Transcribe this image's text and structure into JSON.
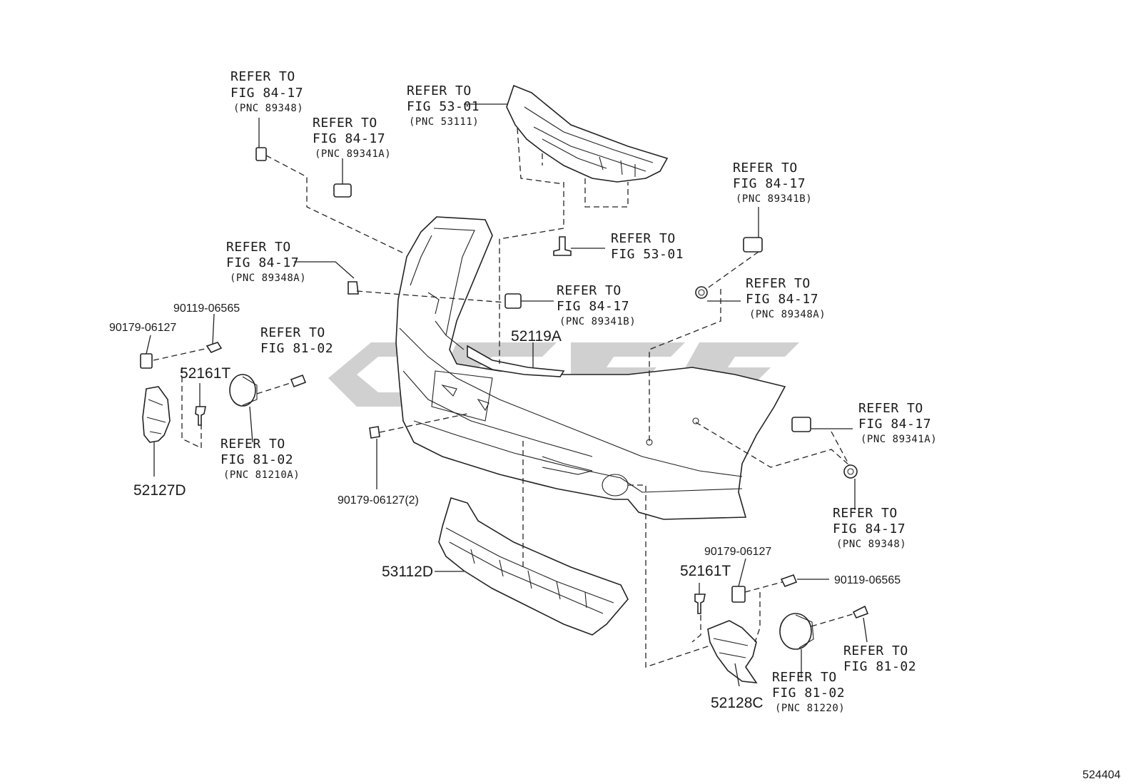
{
  "figure_number": "524404",
  "parts": {
    "p52119A": "52119A",
    "p53112D": "53112D",
    "p52127D": "52127D",
    "p52128C": "52128C",
    "p52161T_left": "52161T",
    "p52161T_right": "52161T",
    "p90119_left": "90119-06565",
    "p90119_right": "90119-06565",
    "p90179_left": "90179-06127",
    "p90179_right": "90179-06127",
    "p90179_center": "90179-06127(2)"
  },
  "refs": [
    {
      "id": "r1",
      "refer": "REFER TO",
      "fig": "FIG 84-17",
      "pnc": "(PNC 89348)"
    },
    {
      "id": "r2",
      "refer": "REFER TO",
      "fig": "FIG 84-17",
      "pnc": "(PNC 89341A)"
    },
    {
      "id": "r3",
      "refer": "REFER TO",
      "fig": "FIG 53-01",
      "pnc": "(PNC 53111)"
    },
    {
      "id": "r4",
      "refer": "REFER TO",
      "fig": "FIG 84-17",
      "pnc": "(PNC 89341B)"
    },
    {
      "id": "r5",
      "refer": "REFER TO",
      "fig": "FIG 53-01",
      "pnc": ""
    },
    {
      "id": "r6",
      "refer": "REFER TO",
      "fig": "FIG 84-17",
      "pnc": "(PNC 89348A)"
    },
    {
      "id": "r7",
      "refer": "REFER TO",
      "fig": "FIG 84-17",
      "pnc": "(PNC 89341B)"
    },
    {
      "id": "r8",
      "refer": "REFER TO",
      "fig": "FIG 84-17",
      "pnc": "(PNC 89348A)"
    },
    {
      "id": "r9",
      "refer": "REFER TO",
      "fig": "FIG 81-02",
      "pnc": ""
    },
    {
      "id": "r10",
      "refer": "REFER TO",
      "fig": "FIG 81-02",
      "pnc": "(PNC 81210A)"
    },
    {
      "id": "r11",
      "refer": "REFER TO",
      "fig": "FIG 84-17",
      "pnc": "(PNC 89341A)"
    },
    {
      "id": "r12",
      "refer": "REFER TO",
      "fig": "FIG 84-17",
      "pnc": "(PNC 89348)"
    },
    {
      "id": "r13",
      "refer": "REFER TO",
      "fig": "FIG 81-02",
      "pnc": ""
    },
    {
      "id": "r14",
      "refer": "REFER TO",
      "fig": "FIG 81-02",
      "pnc": "(PNC 81220)"
    }
  ]
}
